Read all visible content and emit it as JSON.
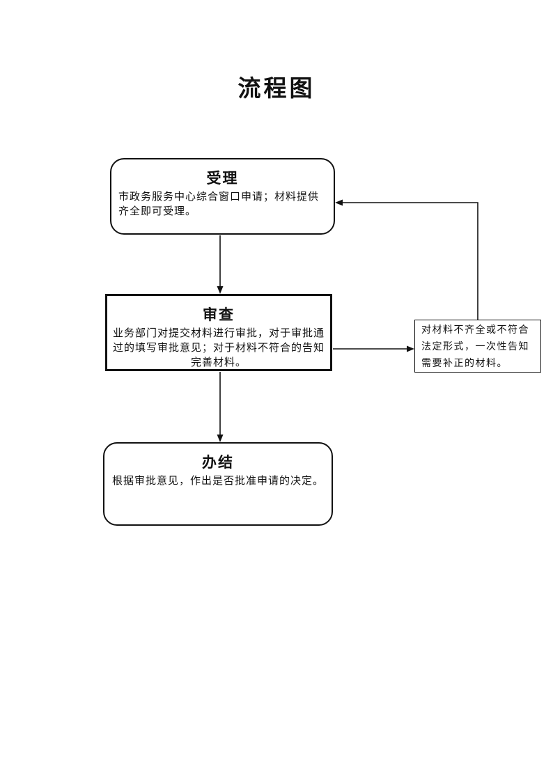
{
  "page": {
    "title": "流程图"
  },
  "flowchart": {
    "nodes": [
      {
        "id": "accept",
        "title": "受理",
        "body": "市政务服务中心综合窗口申请；材料提供齐全即可受理。",
        "shape": "rounded-rectangle"
      },
      {
        "id": "review",
        "title": "审查",
        "body": "业务部门对提交材料进行审批，对于审批通过的填写审批意见；对于材料不符合的告知完善材料。",
        "shape": "rectangle"
      },
      {
        "id": "complete",
        "title": "办结",
        "body": "根据审批意见，作出是否批准申请的决定。",
        "shape": "rounded-rectangle"
      },
      {
        "id": "notice",
        "title": "",
        "body": "对材料不齐全或不符合法定形式，一次性告知需要补正的材料。",
        "shape": "rectangle-thin"
      }
    ],
    "connections": [
      {
        "from": "accept",
        "to": "review",
        "type": "arrow-down"
      },
      {
        "from": "review",
        "to": "complete",
        "type": "arrow-down"
      },
      {
        "from": "review",
        "to": "notice",
        "type": "arrow-right"
      },
      {
        "from": "notice",
        "to": "accept",
        "type": "arrow-up-left"
      }
    ],
    "colors": {
      "line": "#111111",
      "border": "#111111",
      "text": "#111111",
      "background": "#ffffff"
    }
  }
}
